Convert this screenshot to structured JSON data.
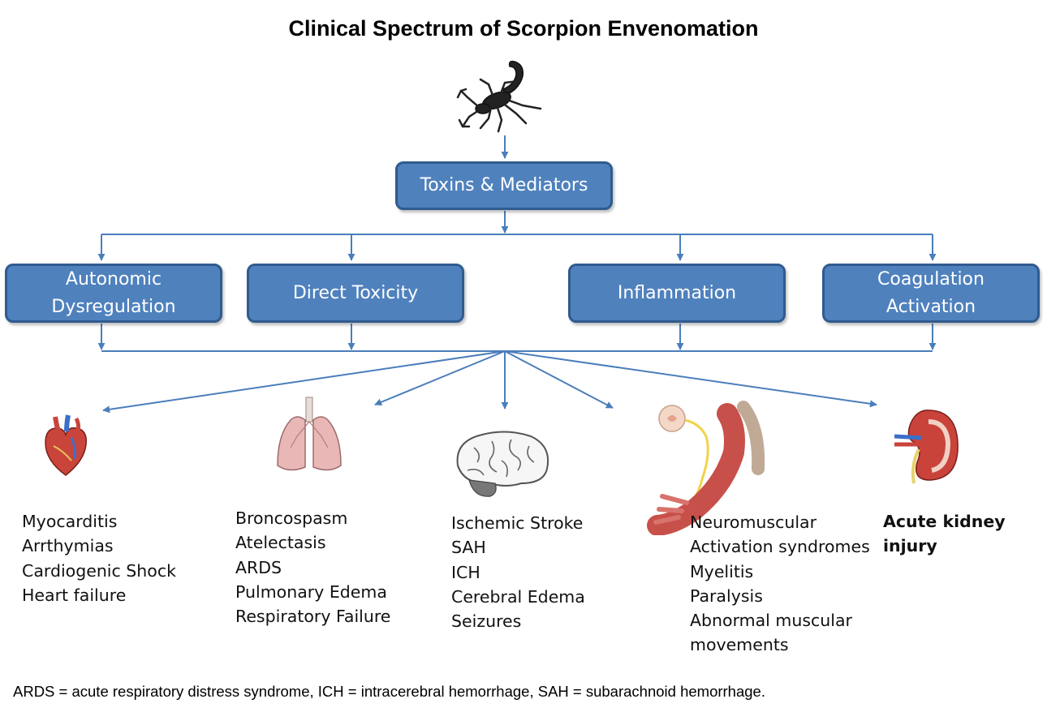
{
  "title": "Clinical Spectrum of Scorpion Envenomation",
  "top_node": "Toxins & Mediators",
  "mechanisms": [
    {
      "line1": "Autonomic",
      "line2": "Dysregulation"
    },
    {
      "line1": "Direct Toxicity",
      "line2": ""
    },
    {
      "line1": "Inflammation",
      "line2": ""
    },
    {
      "line1": "Coagulation",
      "line2": "Activation"
    }
  ],
  "outcomes": {
    "heart": [
      "Myocarditis",
      "Arrthymias",
      "Cardiogenic Shock",
      "Heart failure"
    ],
    "lung": [
      "Broncospasm",
      "Atelectasis",
      "ARDS",
      "Pulmonary Edema",
      "Respiratory Failure"
    ],
    "brain": [
      "Ischemic Stroke",
      "SAH",
      "ICH",
      "Cerebral Edema",
      "Seizures"
    ],
    "muscle": [
      "Neuromuscular",
      "Activation syndromes",
      "Myelitis",
      "Paralysis",
      "Abnormal muscular",
      "movements"
    ],
    "kidney": [
      "Acute kidney",
      "injury"
    ]
  },
  "footnote": "ARDS = acute respiratory distress syndrome, ICH =  intracerebral hemorrhage, SAH = subarachnoid hemorrhage.",
  "icons": [
    "scorpion-icon",
    "heart-icon",
    "lungs-icon",
    "brain-icon",
    "muscle-nerve-icon",
    "kidney-icon"
  ],
  "colors": {
    "box_fill": "#4f81bd",
    "box_border": "#2f5b8f",
    "arrow": "#4a7ebb"
  }
}
